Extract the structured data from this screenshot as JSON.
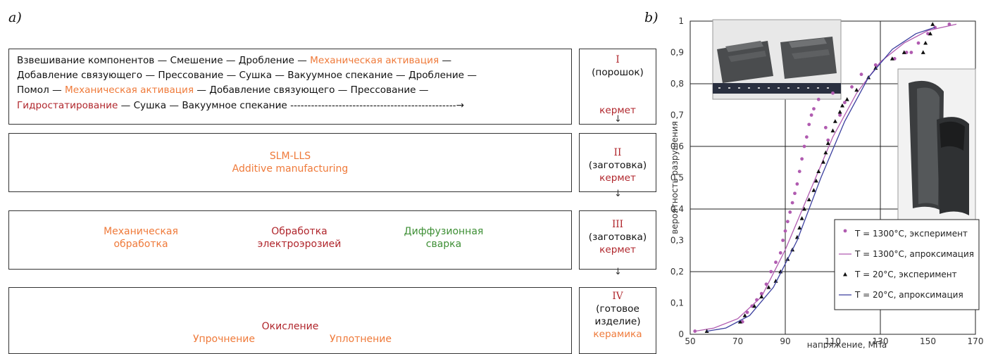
{
  "panels": {
    "a": "a)",
    "b": "b)"
  },
  "process": {
    "stage1": {
      "lines": [
        [
          {
            "t": "Взвешивание компонентов — Смешение — Дробление — ",
            "c": ""
          },
          {
            "t": "Механическая активация",
            "c": "orange"
          },
          {
            "t": " —",
            "c": ""
          }
        ],
        [
          {
            "t": "Добавление связующего — Прессование — Сушка — Вакуумное спекание — Дробление —",
            "c": ""
          }
        ],
        [
          {
            "t": "Помол — ",
            "c": ""
          },
          {
            "t": "Механическая активация",
            "c": "orange"
          },
          {
            "t": " — Добавление связующего — Прессование —",
            "c": ""
          }
        ],
        [
          {
            "t": "Гидростатирование",
            "c": "red"
          },
          {
            "t": " — Сушка — Вакуумное спекание ------------------------------------------------→",
            "c": ""
          }
        ]
      ],
      "roman": "I",
      "label": "(порошок)",
      "material": "кермет"
    },
    "stage2": {
      "line1": "SLM-LLS",
      "line2": "Additive manufacturing",
      "roman": "II",
      "label": "(заготовка)",
      "material": "кермет"
    },
    "stage3": {
      "items": [
        {
          "line1": "Механическая",
          "line2": "обработка",
          "color": "#ef7a3a"
        },
        {
          "line1": "Обработка",
          "line2": "электроэрозией",
          "color": "#b0262c"
        },
        {
          "line1": "Диффузионная",
          "line2": "сварка",
          "color": "#3e8f35"
        }
      ],
      "roman": "III",
      "label": "(заготовка)",
      "material": "кермет"
    },
    "stage4": {
      "top": "Окисление",
      "left": "Упрочнение",
      "right": "Уплотнение",
      "roman": "IV",
      "label1": "(готовое",
      "label2": "изделие)",
      "material": "керамика"
    },
    "arrow": "↓"
  },
  "chart_data": {
    "type": "scatter",
    "xlabel": "напряжение, МПа",
    "ylabel": "вероятность разрушения",
    "xlim": [
      50,
      170
    ],
    "ylim": [
      0,
      1
    ],
    "x_ticks": [
      "50",
      "70",
      "90",
      "110",
      "130",
      "150",
      "170"
    ],
    "y_ticks": [
      "0",
      "0,1",
      "0,2",
      "0,3",
      "0,4",
      "0,5",
      "0,6",
      "0,7",
      "0,8",
      "0,9",
      "1"
    ],
    "grid": true,
    "legend_position": "bottom-right",
    "series": [
      {
        "name": "T = 1300°C, эксперимент",
        "kind": "points",
        "marker": "circle",
        "color": "#b05bb0",
        "points": [
          [
            52,
            0.01
          ],
          [
            72,
            0.04
          ],
          [
            74,
            0.07
          ],
          [
            76,
            0.09
          ],
          [
            78,
            0.11
          ],
          [
            80,
            0.13
          ],
          [
            82,
            0.16
          ],
          [
            84,
            0.2
          ],
          [
            86,
            0.23
          ],
          [
            88,
            0.26
          ],
          [
            89,
            0.3
          ],
          [
            90,
            0.33
          ],
          [
            91,
            0.36
          ],
          [
            92,
            0.39
          ],
          [
            93,
            0.42
          ],
          [
            94,
            0.45
          ],
          [
            95,
            0.48
          ],
          [
            96,
            0.52
          ],
          [
            97,
            0.56
          ],
          [
            98,
            0.6
          ],
          [
            99,
            0.63
          ],
          [
            100,
            0.67
          ],
          [
            101,
            0.7
          ],
          [
            102,
            0.72
          ],
          [
            104,
            0.75
          ],
          [
            107,
            0.66
          ],
          [
            108,
            0.62
          ],
          [
            110,
            0.77
          ],
          [
            113,
            0.7
          ],
          [
            115,
            0.74
          ],
          [
            118,
            0.79
          ],
          [
            122,
            0.83
          ],
          [
            128,
            0.86
          ],
          [
            136,
            0.88
          ],
          [
            141,
            0.9
          ],
          [
            143,
            0.9
          ],
          [
            146,
            0.93
          ],
          [
            150,
            0.96
          ],
          [
            153,
            0.98
          ],
          [
            159,
            0.99
          ]
        ]
      },
      {
        "name": "T = 1300°C, апроксимация",
        "kind": "line",
        "color": "#b05bb0",
        "points": [
          [
            52,
            0.01
          ],
          [
            60,
            0.02
          ],
          [
            70,
            0.05
          ],
          [
            80,
            0.12
          ],
          [
            90,
            0.27
          ],
          [
            100,
            0.45
          ],
          [
            110,
            0.63
          ],
          [
            120,
            0.77
          ],
          [
            130,
            0.87
          ],
          [
            140,
            0.93
          ],
          [
            150,
            0.97
          ],
          [
            162,
            0.99
          ]
        ]
      },
      {
        "name": "T = 20°C, эксперимент",
        "kind": "points",
        "marker": "triangle",
        "color": "#111111",
        "points": [
          [
            57,
            0.01
          ],
          [
            71,
            0.04
          ],
          [
            73,
            0.06
          ],
          [
            77,
            0.09
          ],
          [
            80,
            0.12
          ],
          [
            83,
            0.15
          ],
          [
            86,
            0.17
          ],
          [
            88,
            0.2
          ],
          [
            91,
            0.24
          ],
          [
            93,
            0.27
          ],
          [
            95,
            0.31
          ],
          [
            96,
            0.34
          ],
          [
            97,
            0.37
          ],
          [
            98,
            0.4
          ],
          [
            100,
            0.43
          ],
          [
            102,
            0.46
          ],
          [
            103,
            0.49
          ],
          [
            104,
            0.52
          ],
          [
            106,
            0.55
          ],
          [
            107,
            0.58
          ],
          [
            108,
            0.61
          ],
          [
            110,
            0.65
          ],
          [
            111,
            0.68
          ],
          [
            113,
            0.71
          ],
          [
            114,
            0.73
          ],
          [
            116,
            0.75
          ],
          [
            120,
            0.78
          ],
          [
            125,
            0.82
          ],
          [
            128,
            0.85
          ],
          [
            135,
            0.88
          ],
          [
            140,
            0.9
          ],
          [
            148,
            0.9
          ],
          [
            149,
            0.93
          ],
          [
            151,
            0.96
          ],
          [
            152,
            0.99
          ]
        ]
      },
      {
        "name": "T = 20°C, апроксимация",
        "kind": "line",
        "color": "#3b3f9e",
        "points": [
          [
            57,
            0.01
          ],
          [
            65,
            0.02
          ],
          [
            75,
            0.06
          ],
          [
            85,
            0.15
          ],
          [
            95,
            0.3
          ],
          [
            105,
            0.5
          ],
          [
            115,
            0.68
          ],
          [
            125,
            0.82
          ],
          [
            135,
            0.91
          ],
          [
            145,
            0.96
          ],
          [
            153,
            0.98
          ]
        ]
      }
    ]
  },
  "colors": {
    "orange": "#ef7a3a",
    "red": "#b0262c",
    "green": "#3e8f35",
    "purple": "#b05bb0",
    "navy": "#3b3f9e"
  },
  "photos": {
    "top_left": "photo-plates",
    "right": "photo-half-shells"
  }
}
